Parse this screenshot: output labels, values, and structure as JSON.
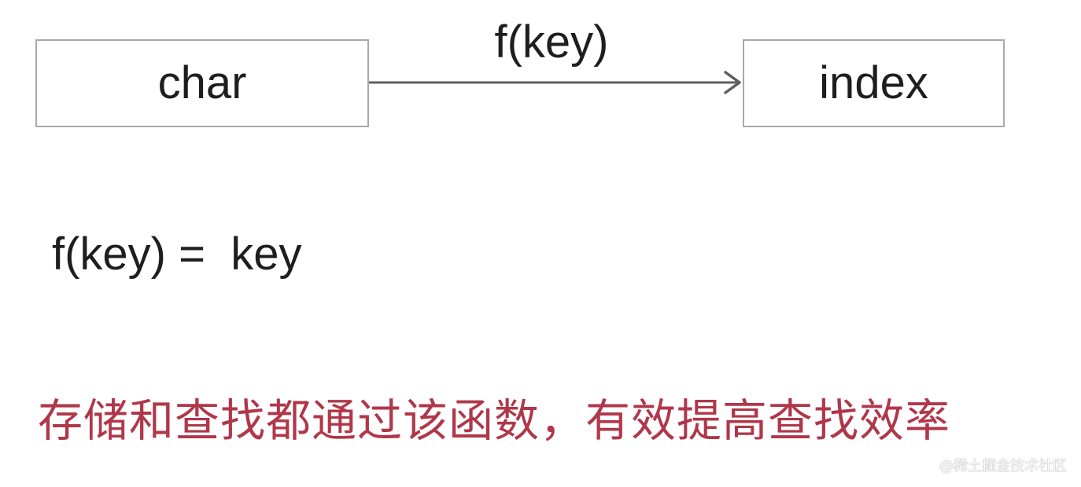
{
  "diagram": {
    "source_node": {
      "label": "char"
    },
    "target_node": {
      "label": "index"
    },
    "edge": {
      "label": "f(key)",
      "color": "#5f5f5f"
    }
  },
  "formula": {
    "text": "f(key) =  key"
  },
  "caption": {
    "text": "存储和查找都通过该函数，有效提高查找效率",
    "color": "#b0374a"
  },
  "watermark": {
    "text": "@稀土掘金技术社区"
  }
}
